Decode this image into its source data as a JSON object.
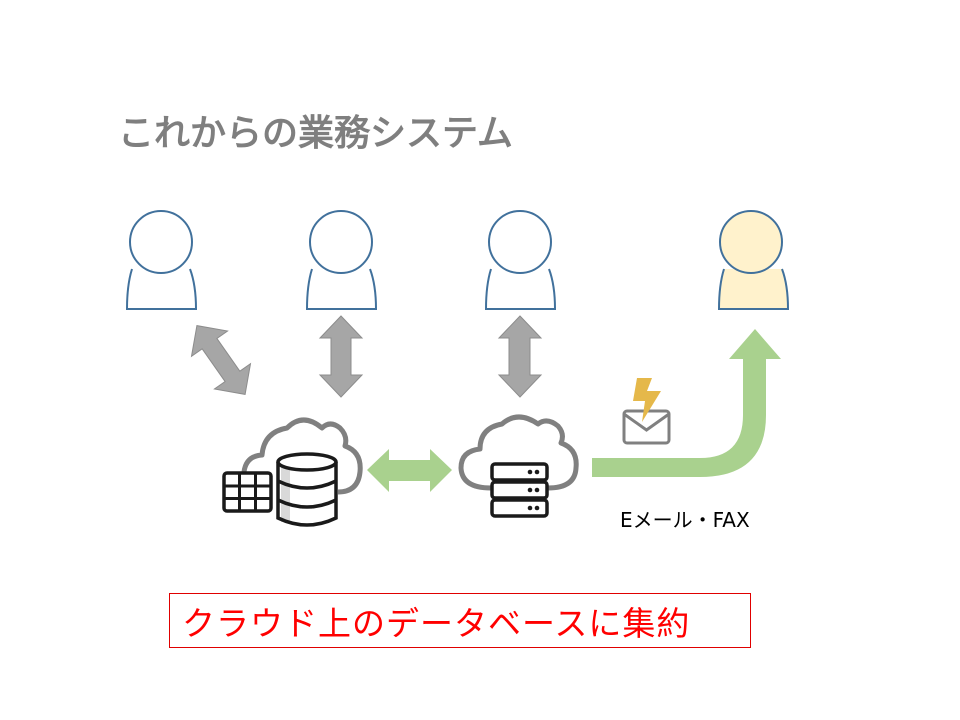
{
  "slide": {
    "title": "これからの業務システム",
    "channel_label": "Eメール・FAX",
    "callout": "クラウド上のデータベースに集約"
  },
  "diagram": {
    "users": [
      {
        "name": "user-1",
        "role": "internal",
        "fill": "#ffffff"
      },
      {
        "name": "user-2",
        "role": "internal",
        "fill": "#ffffff"
      },
      {
        "name": "user-3",
        "role": "internal",
        "fill": "#ffffff"
      },
      {
        "name": "user-4",
        "role": "external",
        "fill": "#fff2cc"
      }
    ],
    "nodes": [
      {
        "name": "cloud-database",
        "icons": [
          "table-icon",
          "database-icon",
          "cloud-icon"
        ]
      },
      {
        "name": "cloud-server",
        "icons": [
          "server-icon",
          "cloud-icon"
        ]
      }
    ],
    "connections": [
      {
        "from": "user-1",
        "to": "cloud-database",
        "type": "bidirectional"
      },
      {
        "from": "user-2",
        "to": "cloud-database",
        "type": "bidirectional"
      },
      {
        "from": "user-3",
        "to": "cloud-server",
        "type": "bidirectional"
      },
      {
        "from": "cloud-database",
        "to": "cloud-server",
        "type": "bidirectional"
      },
      {
        "from": "cloud-server",
        "to": "user-4",
        "type": "one-way",
        "via": "Eメール・FAX"
      }
    ],
    "colors": {
      "person_stroke": "#41719c",
      "gray_arrow": "#a6a6a6",
      "green_arrow": "#a9d18e",
      "cloud_stroke": "#808080",
      "lightning": "#e5b84a",
      "callout_red": "#ff0000"
    }
  }
}
